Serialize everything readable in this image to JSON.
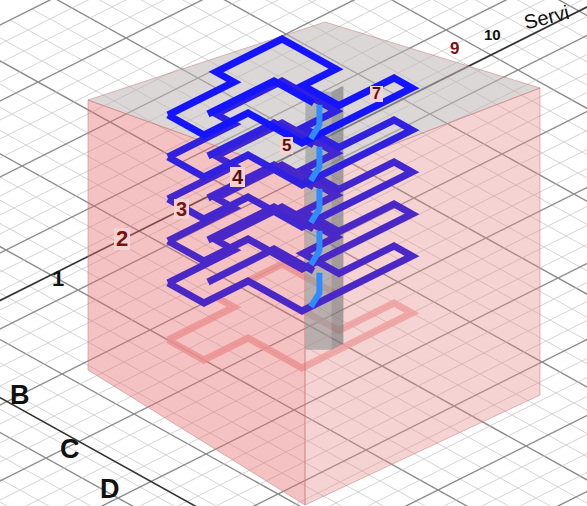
{
  "diagram": {
    "labels": [
      "1",
      "2",
      "3",
      "4",
      "5",
      "7",
      "9",
      "10",
      "Servi",
      "B",
      "C",
      "D"
    ]
  }
}
